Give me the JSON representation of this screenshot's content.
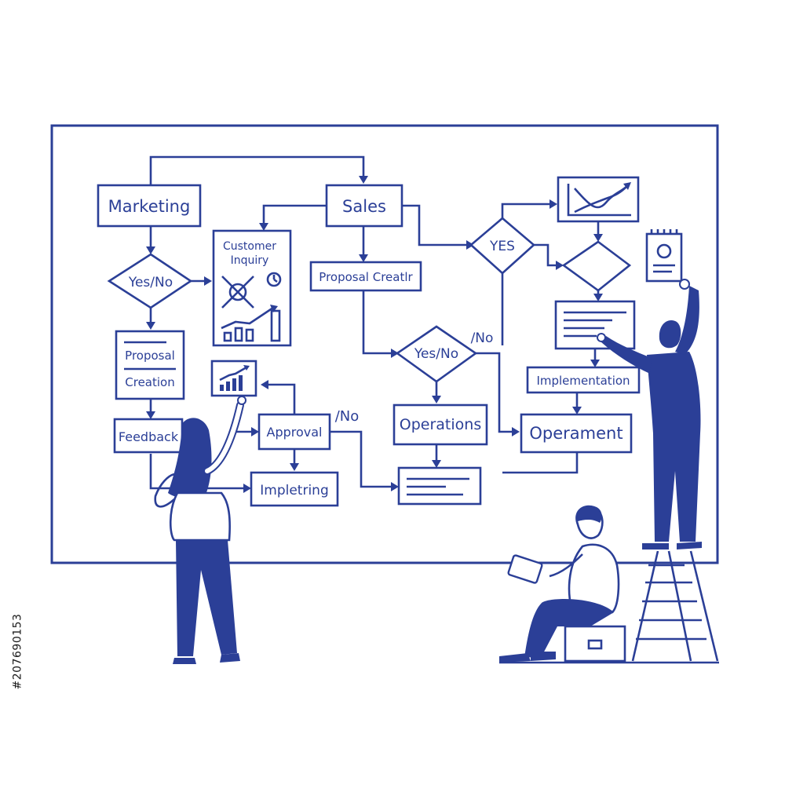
{
  "colors": {
    "ink": "#2b3f97",
    "background": "#ffffff"
  },
  "nodes": {
    "marketing": "Marketing",
    "sales": "Sales",
    "customer_inquiry_line1": "Customer",
    "customer_inquiry_line2": "Inquiry",
    "proposal_creatr": "Proposal Creatlr",
    "yes_no_left": "Yes/No",
    "yes_no_center": "Yes/No",
    "yes_top": "YES",
    "proposal_creation_line1": "Proposal",
    "proposal_creation_line2": "Creation",
    "feedback": "Feedback",
    "approval": "Approval",
    "no_approval": "/No",
    "no_center": "/No",
    "impletring": "Impletring",
    "operations": "Operations",
    "operament": "Operament",
    "implementation": "Implementation"
  },
  "watermark": {
    "stock_id": "#207690153"
  },
  "icons": [
    "line-chart-icon",
    "calendar-document-icon",
    "bar-chart-icon",
    "briefcase-icon",
    "ladder-icon"
  ]
}
